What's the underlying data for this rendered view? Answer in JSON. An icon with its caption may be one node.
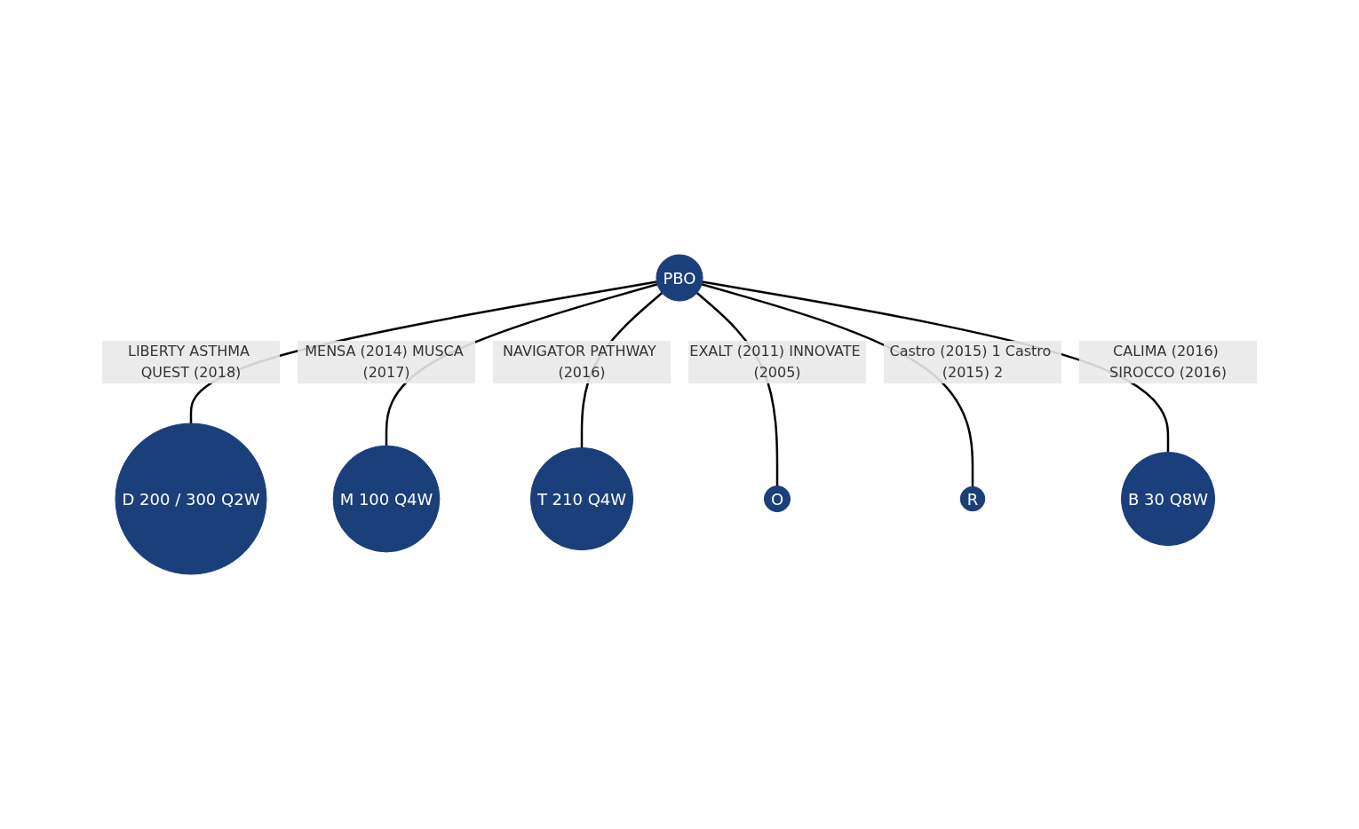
{
  "diagram": {
    "nodes": [
      {
        "text": [
          "D  200 / 300 Q2W"
        ]
      },
      {
        "text": [
          "M  100 Q4W"
        ]
      },
      {
        "text": [
          "T  210 Q4W"
        ]
      },
      {
        "text": [
          "PBO"
        ]
      },
      {
        "text": [
          "O"
        ]
      },
      {
        "text": [
          "R"
        ]
      },
      {
        "text": [
          "B  30 Q8W"
        ]
      }
    ],
    "edges": [
      {
        "from": 3,
        "to": 0,
        "arrow": "none",
        "label": "LIBERTY ASTHMA QUEST (2018)"
      },
      {
        "from": 3,
        "to": 1,
        "arrow": "none",
        "label": "MENSA (2014) MUSCA (2017)"
      },
      {
        "from": 3,
        "to": 2,
        "arrow": "none",
        "label": "NAVIGATOR PATHWAY (2016)"
      },
      {
        "from": 3,
        "to": 4,
        "arrow": "none",
        "label": "EXALT (2011) INNOVATE (2005)"
      },
      {
        "from": 3,
        "to": 5,
        "arrow": "none",
        "label": "Castro (2015) 1 Castro (2015) 2"
      },
      {
        "from": 3,
        "to": 6,
        "arrow": "none",
        "label": "CALIMA (2016) SIROCCO (2016)"
      }
    ]
  }
}
